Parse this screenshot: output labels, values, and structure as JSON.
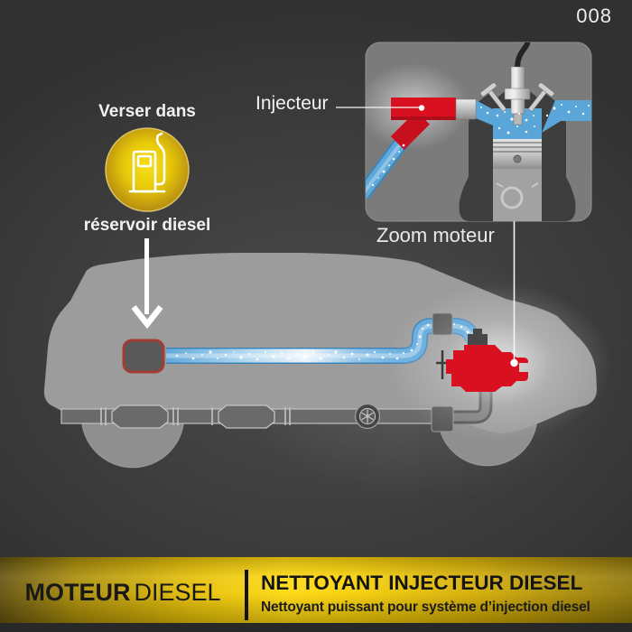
{
  "page_code": "008",
  "pour": {
    "line1": "Verser dans",
    "line2": "réservoir diesel"
  },
  "zoom_panel": {
    "injector_label": "Injecteur",
    "caption": "Zoom moteur"
  },
  "footer": {
    "brand_bold": "MOTEUR",
    "brand_light": "DIESEL",
    "product_title": "NETTOYANT INJECTEUR DIESEL",
    "product_subtitle": "Nettoyant puissant pour système d’injection diesel"
  },
  "colors": {
    "background": "#3d3d3d",
    "accent_red": "#d8101f",
    "fluid_blue": "#5aa6d9",
    "gold_bar": "#ffd90f",
    "panel_gray": "#7b7b7b",
    "car_gray": "#9c9c9c",
    "tank_border_red": "#a23c34",
    "badge_yellow": "#e3c308",
    "text_light": "#f2f2f2",
    "text_dark": "#141414"
  },
  "icons": {
    "fuel_pump": "fuel-pump-icon",
    "down_arrow": "down-arrow-icon",
    "car": "car-silhouette",
    "fuel_tank": "fuel-tank-icon",
    "engine": "engine-icon",
    "injector": "injector-icon",
    "piston": "piston-cylinder-icon",
    "exhaust": "exhaust-line-icon"
  }
}
